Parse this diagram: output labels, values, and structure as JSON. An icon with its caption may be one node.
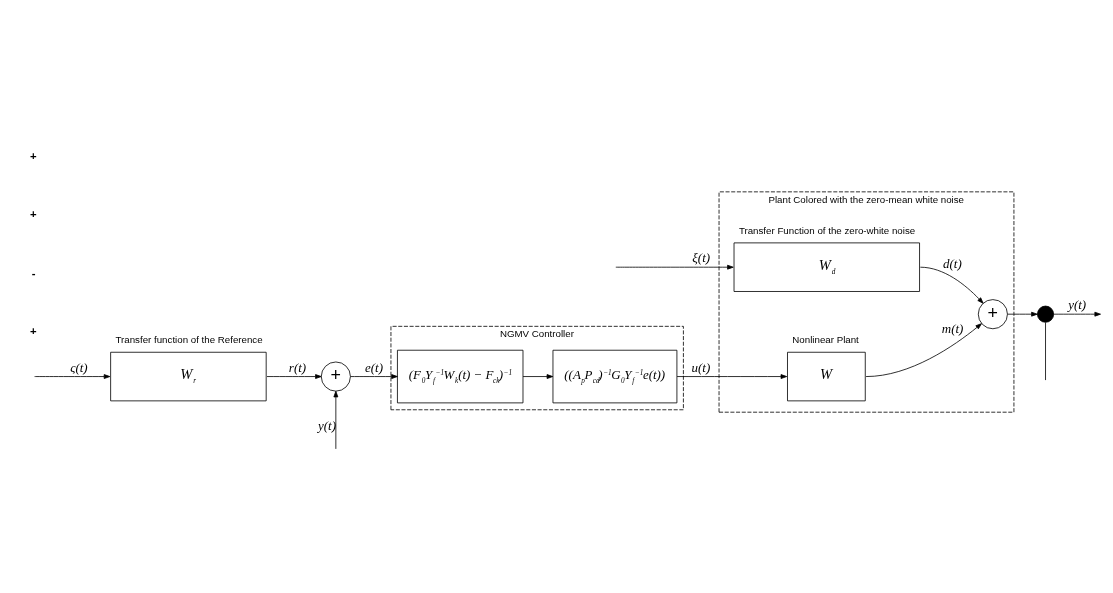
{
  "diagram": {
    "nodes": [
      {
        "text": [
          "Transfer function of the Reference",
          "W$_{r}$"
        ]
      },
      {
        "text": [
          "+"
        ]
      },
      {
        "text": [
          "NGMV Controller"
        ]
      },
      {
        "text": [
          "(F$_{0}$Y$_{f}$$^{−1}$W$_{k}$(t) − F$_{ck}$)$^{−1}$"
        ],
        "in": 2
      },
      {
        "text": [
          "((A$_{p}$P$_{cd}$)$^{−1}$G$_{0}$Y$_{f}$$^{−1}$e(t))"
        ],
        "in": 2
      },
      {
        "text": [
          "Plant Colored with the zero-mean white noise"
        ]
      },
      {
        "text": [
          "Transfer Function of the zero-white noise",
          "W$_{d}$"
        ],
        "in": 5
      },
      {
        "text": [
          "Nonlinear Plant",
          "W"
        ],
        "in": 5
      },
      {
        "text": [
          "+"
        ],
        "in": 5
      },
      {
        "text": [],
        "shape": "circle"
      }
    ],
    "edges": [
      {
        "from": null,
        "to": 0,
        "arrow": "to",
        "label": "ς(t)"
      },
      {
        "from": 0,
        "to": 1,
        "arrow": "to",
        "label": "r(t)"
      },
      {
        "from": null,
        "to": 1,
        "arrow": "to",
        "label": "y(t)"
      },
      {
        "from": 1,
        "to": 3,
        "arrow": "to",
        "label": "e(t)"
      },
      {
        "from": 3,
        "to": 4,
        "arrow": "to"
      },
      {
        "from": 4,
        "to": 7,
        "arrow": "to",
        "label": "u(t)"
      },
      {
        "from": null,
        "to": 6,
        "arrow": "to",
        "label": "ξ(t)"
      },
      {
        "from": 6,
        "to": 8,
        "arrow": "to",
        "label": "d(t)"
      },
      {
        "from": 7,
        "to": 8,
        "arrow": "to",
        "label": "m(t)"
      },
      {
        "from": 8,
        "to": 9,
        "arrow": "to"
      },
      {
        "from": 9,
        "to": null,
        "arrow": "none"
      },
      {
        "from": 9,
        "to": null,
        "arrow": "to",
        "label": "y(t)"
      }
    ],
    "labels": [
      "+",
      "-",
      "+",
      "+"
    ]
  }
}
